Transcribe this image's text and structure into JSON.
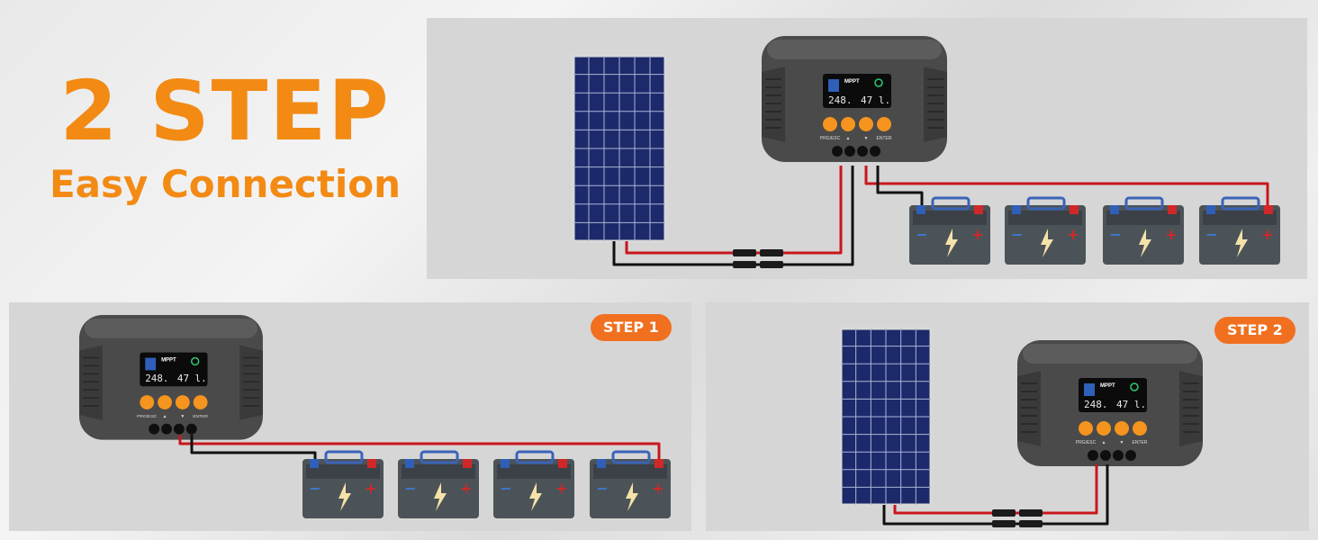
{
  "headline": {
    "title": "2 STEP",
    "subtitle": "Easy Connection"
  },
  "colors": {
    "accent": "#f28a14",
    "panel": "#d6d6d6",
    "device": "#4a4a4a",
    "wire_red": "#c8171c",
    "wire_black": "#111111",
    "battery": "#4c5358"
  },
  "controller": {
    "brand": "MPPT",
    "reading_left": "248.",
    "reading_right": "47 l.",
    "button_labels": [
      "PRG/ESC",
      "▲",
      "▼",
      "ENTER"
    ]
  },
  "step1": {
    "badge": "STEP 1"
  },
  "step2": {
    "badge": "STEP 2"
  },
  "icons": [
    "solar-panel-icon",
    "charge-controller-icon",
    "battery-icon",
    "mc4-connector-icon",
    "lightning-icon"
  ]
}
